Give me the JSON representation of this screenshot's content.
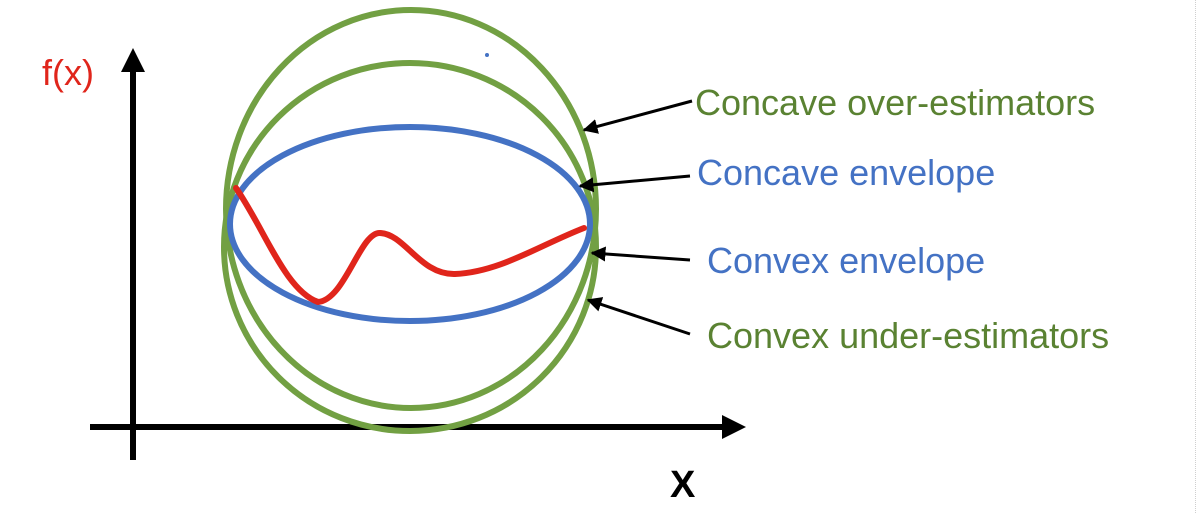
{
  "axes": {
    "y_label": "f(x)",
    "x_label": "X"
  },
  "labels": {
    "concave_over": "Concave over-estimators",
    "concave_env": "Concave envelope",
    "convex_env": "Convex envelope",
    "convex_under": "Convex under-estimators"
  },
  "colors": {
    "green": "#72a043",
    "blue": "#4472c4",
    "red": "#e0251b",
    "axis": "#000000",
    "label_green": "#5a8232",
    "label_blue": "#4472c4"
  }
}
